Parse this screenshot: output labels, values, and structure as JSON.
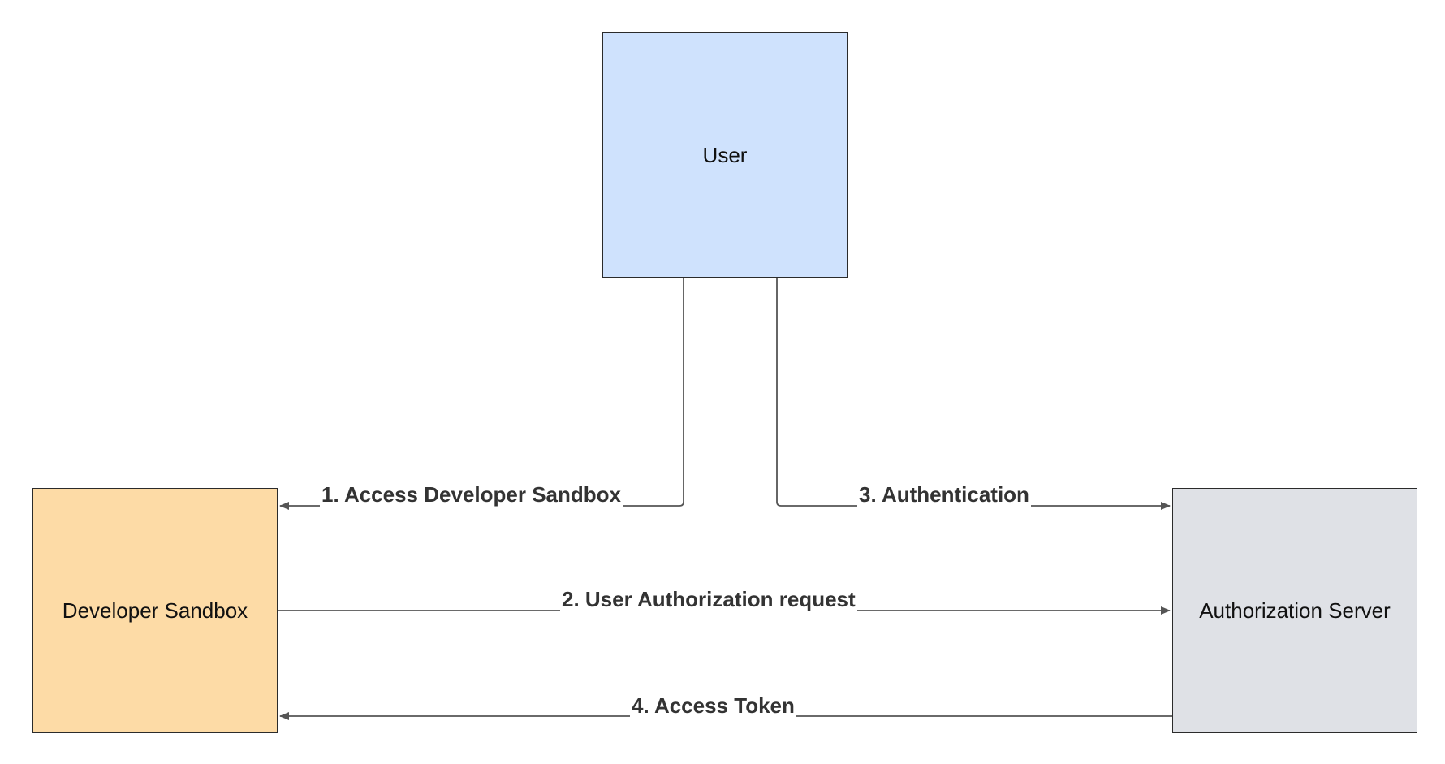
{
  "nodes": {
    "user": {
      "label": "User",
      "fill": "#cfe2fd"
    },
    "sandbox": {
      "label": "Developer Sandbox",
      "fill": "#fddba6"
    },
    "auth": {
      "label": "Authorization Server",
      "fill": "#dfe1e6"
    }
  },
  "edges": [
    {
      "id": "e1",
      "label": "1. Access Developer Sandbox",
      "from": "User",
      "to": "Developer Sandbox"
    },
    {
      "id": "e2",
      "label": "2. User Authorization request",
      "from": "Developer Sandbox",
      "to": "Authorization Server"
    },
    {
      "id": "e3",
      "label": "3. Authentication",
      "from": "User",
      "to": "Authorization Server"
    },
    {
      "id": "e4",
      "label": "4. Access Token",
      "from": "Authorization Server",
      "to": "Developer Sandbox"
    }
  ],
  "colors": {
    "edge": "#555555",
    "border": "#2b2b2b",
    "label": "#333333"
  }
}
